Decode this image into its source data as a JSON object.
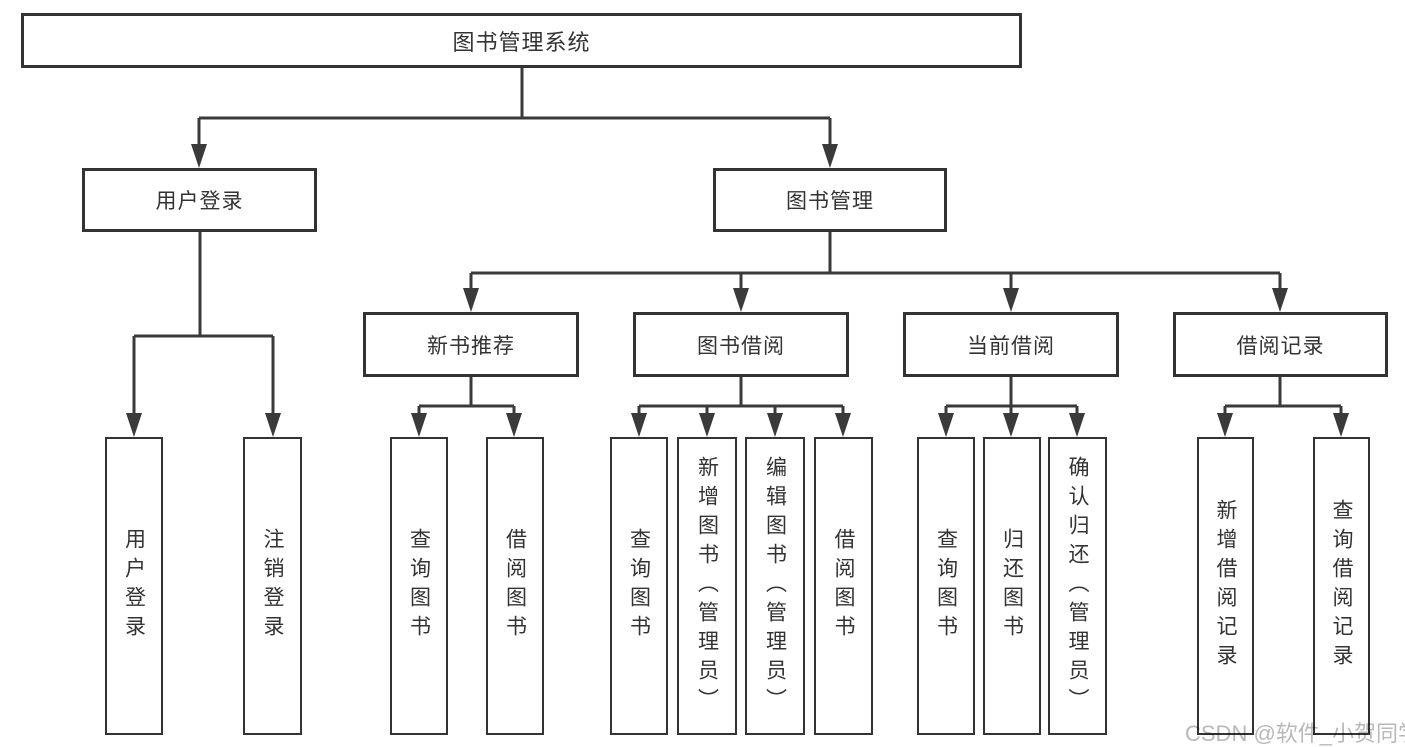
{
  "diagram": {
    "title": "图书管理系统",
    "level1": [
      {
        "label": "用户登录"
      },
      {
        "label": "图书管理"
      }
    ],
    "level2": [
      {
        "label": "新书推荐"
      },
      {
        "label": "图书借阅"
      },
      {
        "label": "当前借阅"
      },
      {
        "label": "借阅记录"
      }
    ],
    "leaves": [
      {
        "label": "用户登录"
      },
      {
        "label": "注销登录"
      },
      {
        "label": "查询图书"
      },
      {
        "label": "借阅图书"
      },
      {
        "label": "查询图书"
      },
      {
        "label": "新增图书（管理员）"
      },
      {
        "label": "编辑图书（管理员）"
      },
      {
        "label": "借阅图书"
      },
      {
        "label": "查询图书"
      },
      {
        "label": "归还图书"
      },
      {
        "label": "确认归还（管理员）"
      },
      {
        "label": "新增借阅记录"
      },
      {
        "label": "查询借阅记录"
      }
    ],
    "watermark": "CSDN @软件_小贺同学",
    "colors": {
      "line": "#3a3a3a",
      "box_border": "#333333",
      "text": "#333333",
      "watermark": "#b9b9b9",
      "background": "#ffffff"
    }
  }
}
